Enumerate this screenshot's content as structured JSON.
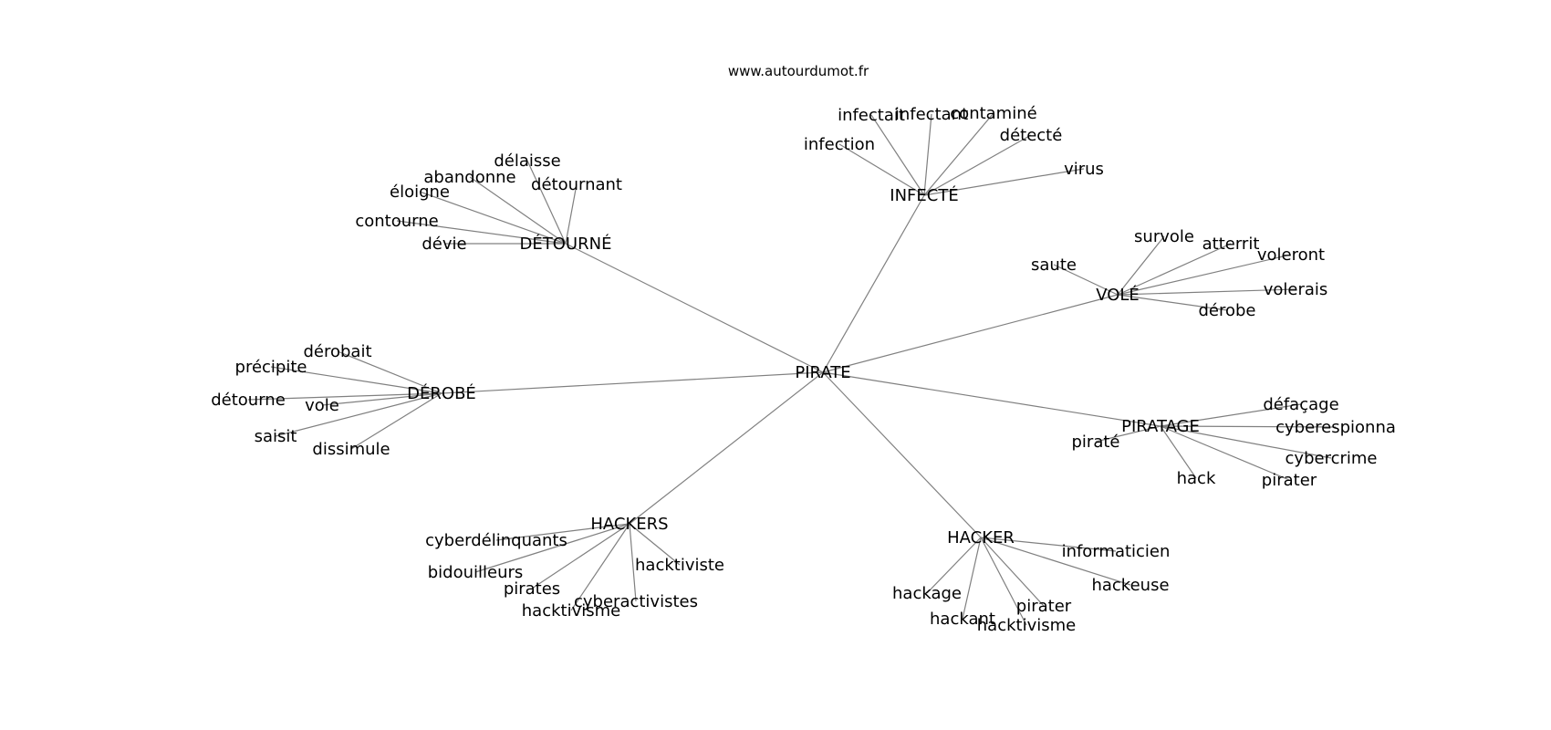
{
  "site_label": "www.autourdumot.fr",
  "center": "PIRATE",
  "groups": [
    {
      "hub": "DÉTOURNÉ",
      "leaves": [
        "délaisse",
        "abandonne",
        "détournant",
        "éloigne",
        "contourne",
        "dévie"
      ]
    },
    {
      "hub": "INFECTÉ",
      "leaves": [
        "infectait",
        "infectant",
        "contaminé",
        "détecté",
        "infection",
        "virus"
      ]
    },
    {
      "hub": "VOLÉ",
      "leaves": [
        "survole",
        "atterrit",
        "voleront",
        "saute",
        "volerais",
        "dérobe"
      ]
    },
    {
      "hub": "DÉROBÉ",
      "leaves": [
        "dérobait",
        "précipite",
        "détourne",
        "vole",
        "saisit",
        "dissimule"
      ]
    },
    {
      "hub": "PIRATAGE",
      "leaves": [
        "défaçage",
        "cyberespionna",
        "piraté",
        "cybercrime",
        "hack",
        "pirater"
      ]
    },
    {
      "hub": "HACKERS",
      "leaves": [
        "cyberdélinquants",
        "bidouilleurs",
        "hacktiviste",
        "pirates",
        "cyberactivistes",
        "hacktivisme"
      ]
    },
    {
      "hub": "HACKER",
      "leaves": [
        "informaticien",
        "hackeuse",
        "hackage",
        "pirater",
        "hackant",
        "hacktivisme"
      ]
    }
  ]
}
